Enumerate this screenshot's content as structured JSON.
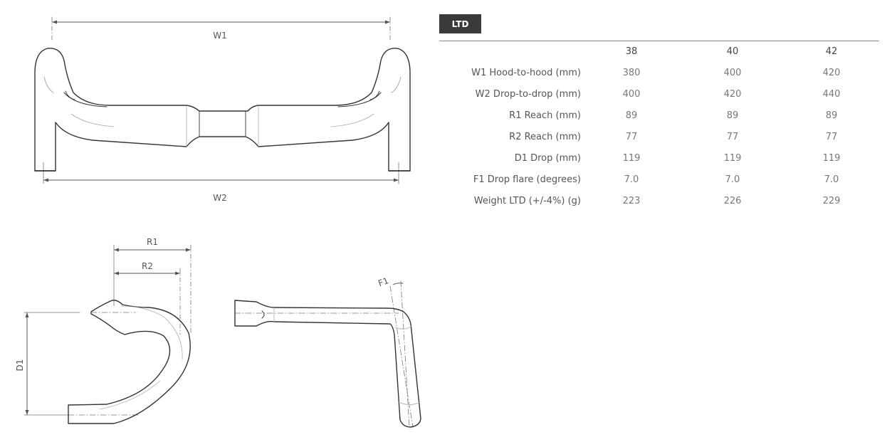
{
  "drawing_labels": {
    "w1": "W1",
    "w2": "W2",
    "r1": "R1",
    "r2": "R2",
    "d1": "D1",
    "f1": "F1"
  },
  "spec_table": {
    "badge": "LTD",
    "sizes": [
      "38",
      "40",
      "42"
    ],
    "rows": [
      {
        "label": "W1 Hood-to-hood (mm)",
        "values": [
          "380",
          "400",
          "420"
        ]
      },
      {
        "label": "W2 Drop-to-drop (mm)",
        "values": [
          "400",
          "420",
          "440"
        ]
      },
      {
        "label": "R1 Reach (mm)",
        "values": [
          "89",
          "89",
          "89"
        ]
      },
      {
        "label": "R2 Reach (mm)",
        "values": [
          "77",
          "77",
          "77"
        ]
      },
      {
        "label": "D1 Drop (mm)",
        "values": [
          "119",
          "119",
          "119"
        ]
      },
      {
        "label": "F1 Drop flare (degrees)",
        "values": [
          "7.0",
          "7.0",
          "7.0"
        ]
      },
      {
        "label": "Weight LTD (+/-4%) (g)",
        "values": [
          "223",
          "226",
          "229"
        ]
      }
    ]
  }
}
